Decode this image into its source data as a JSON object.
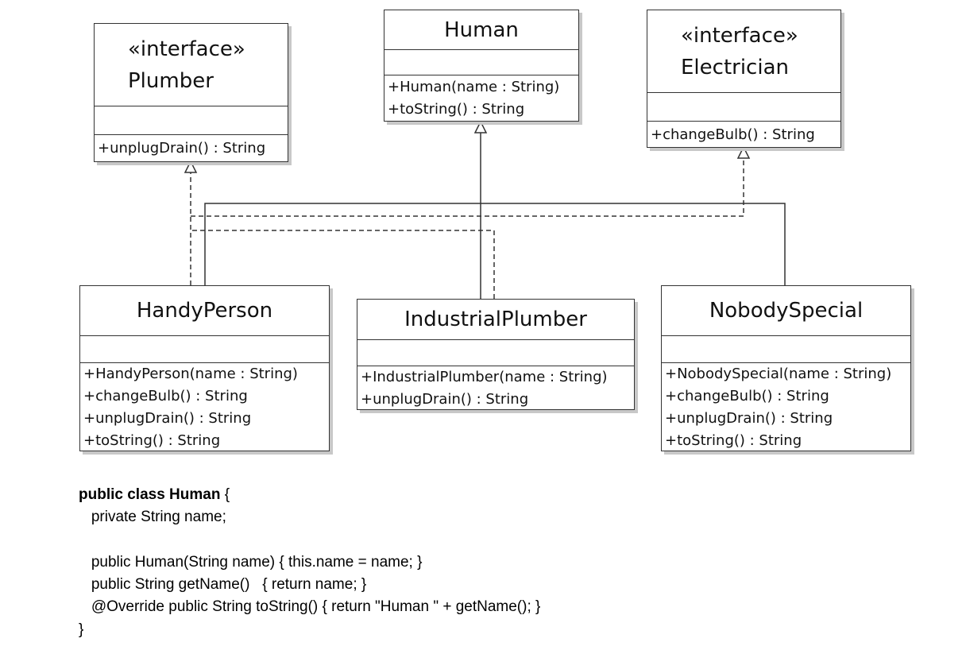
{
  "classes": {
    "plumber": {
      "stereotype": "«interface»",
      "name": "Plumber",
      "operations": [
        "+unplugDrain() : String"
      ]
    },
    "human": {
      "name": "Human",
      "operations": [
        "+Human(name : String)",
        "+toString() : String"
      ]
    },
    "electrician": {
      "stereotype": "«interface»",
      "name": "Electrician",
      "operations": [
        "+changeBulb() : String"
      ]
    },
    "handyperson": {
      "name": "HandyPerson",
      "operations": [
        "+HandyPerson(name : String)",
        "+changeBulb() : String",
        "+unplugDrain() : String",
        "+toString() : String"
      ]
    },
    "industrialplumber": {
      "name": "IndustrialPlumber",
      "operations": [
        "+IndustrialPlumber(name : String)",
        "+unplugDrain() : String"
      ]
    },
    "nobodyspecial": {
      "name": "NobodySpecial",
      "operations": [
        "+NobodySpecial(name : String)",
        "+changeBulb() : String",
        "+unplugDrain() : String",
        "+toString() : String"
      ]
    }
  },
  "code": {
    "line1_keyword": "public class Human",
    "line1_rest": " {",
    "lines": [
      "   private String name;",
      "",
      "   public Human(String name) { this.name = name; }",
      "   public String getName()   { return name; }",
      "   @Override public String toString() { return \"Human \" + getName(); }",
      "}"
    ]
  },
  "colors": {
    "line": "#333333",
    "shadow": "#c8c8c8",
    "background": "#ffffff"
  }
}
